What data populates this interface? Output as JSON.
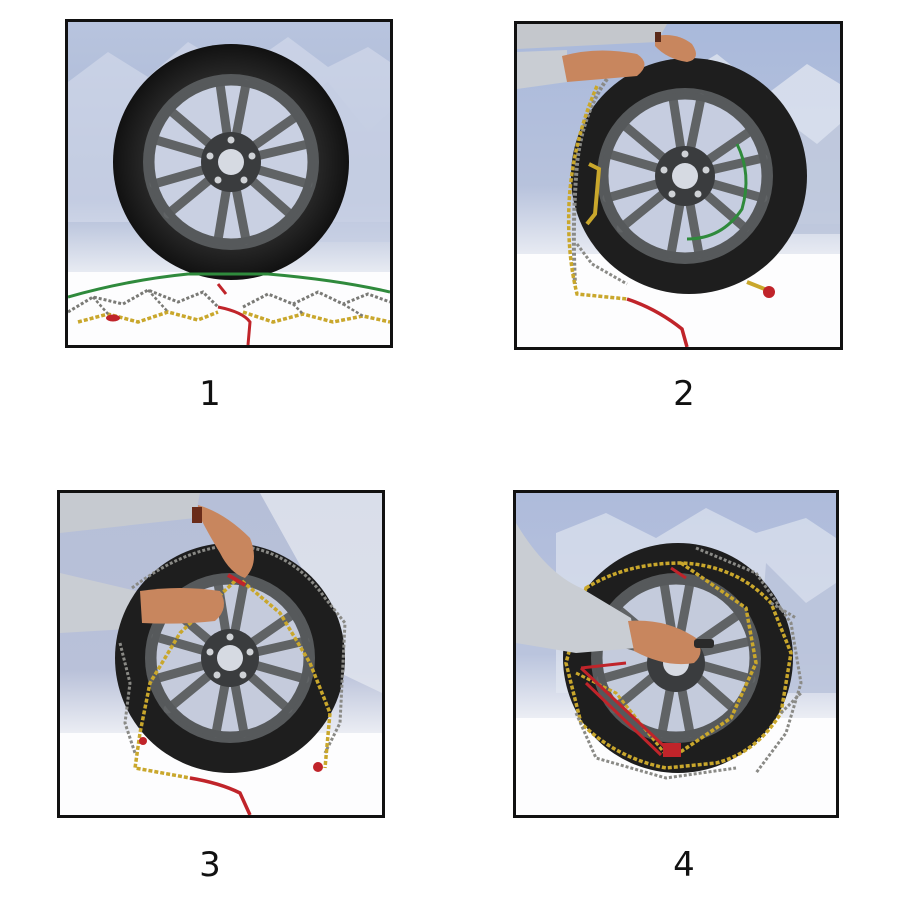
{
  "diagram": {
    "type": "step-by-step instructions",
    "subject": "fitting snow chains to a car wheel",
    "layout": "2x2 grid",
    "steps": [
      {
        "number": "1",
        "description": "Lay the chain flat on the ground and position the wheel on top of it"
      },
      {
        "number": "2",
        "description": "Lift the chain up and drape it over the top of the tyre"
      },
      {
        "number": "3",
        "description": "Hook the chain together at the top of the wheel"
      },
      {
        "number": "4",
        "description": "Pull the red tensioning cord to tighten the chain around the tyre"
      }
    ]
  },
  "colors": {
    "frame": "#111111",
    "sky": "#9fb2d8",
    "snow": "#f4f5f8",
    "tyre": "#1c1c1c",
    "rim": "#5d6062",
    "chain_steel": "#8a8a86",
    "chain_yellow": "#c9a72c",
    "cord_red": "#c0242a",
    "cable_green": "#2f8a3c",
    "skin": "#c8865e",
    "sleeve": "#c9cdd3"
  }
}
